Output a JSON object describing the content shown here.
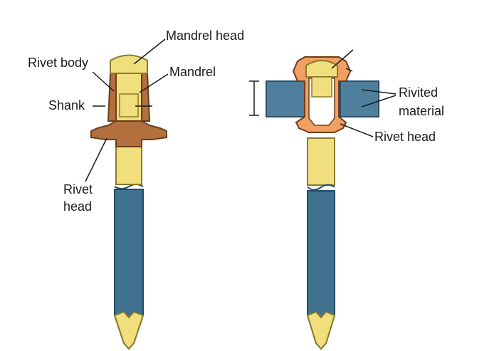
{
  "colors": {
    "mandrel": "#f1df7e",
    "mandrel_stroke": "#8a7a2a",
    "stem": "#3f7290",
    "stem_stroke": "#234a60",
    "rivet_brown": "#b2703f",
    "rivet_orange": "#f2a062",
    "rivet_stroke": "#6b3e1c",
    "material": "#4e7f9d",
    "material_stroke": "#2a5068",
    "leader": "#1a1a1a"
  },
  "labels": {
    "mandrel_head": "Mandrel head",
    "rivet_body": "Rivet body",
    "mandrel": "Mandrel",
    "shank": "Shank",
    "rivet_head_left_line1": "Rivet",
    "rivet_head_left_line2": "head",
    "riveted_material_line1": "Rivited",
    "riveted_material_line2": "material",
    "rivet_head_right": "Rivet head"
  }
}
